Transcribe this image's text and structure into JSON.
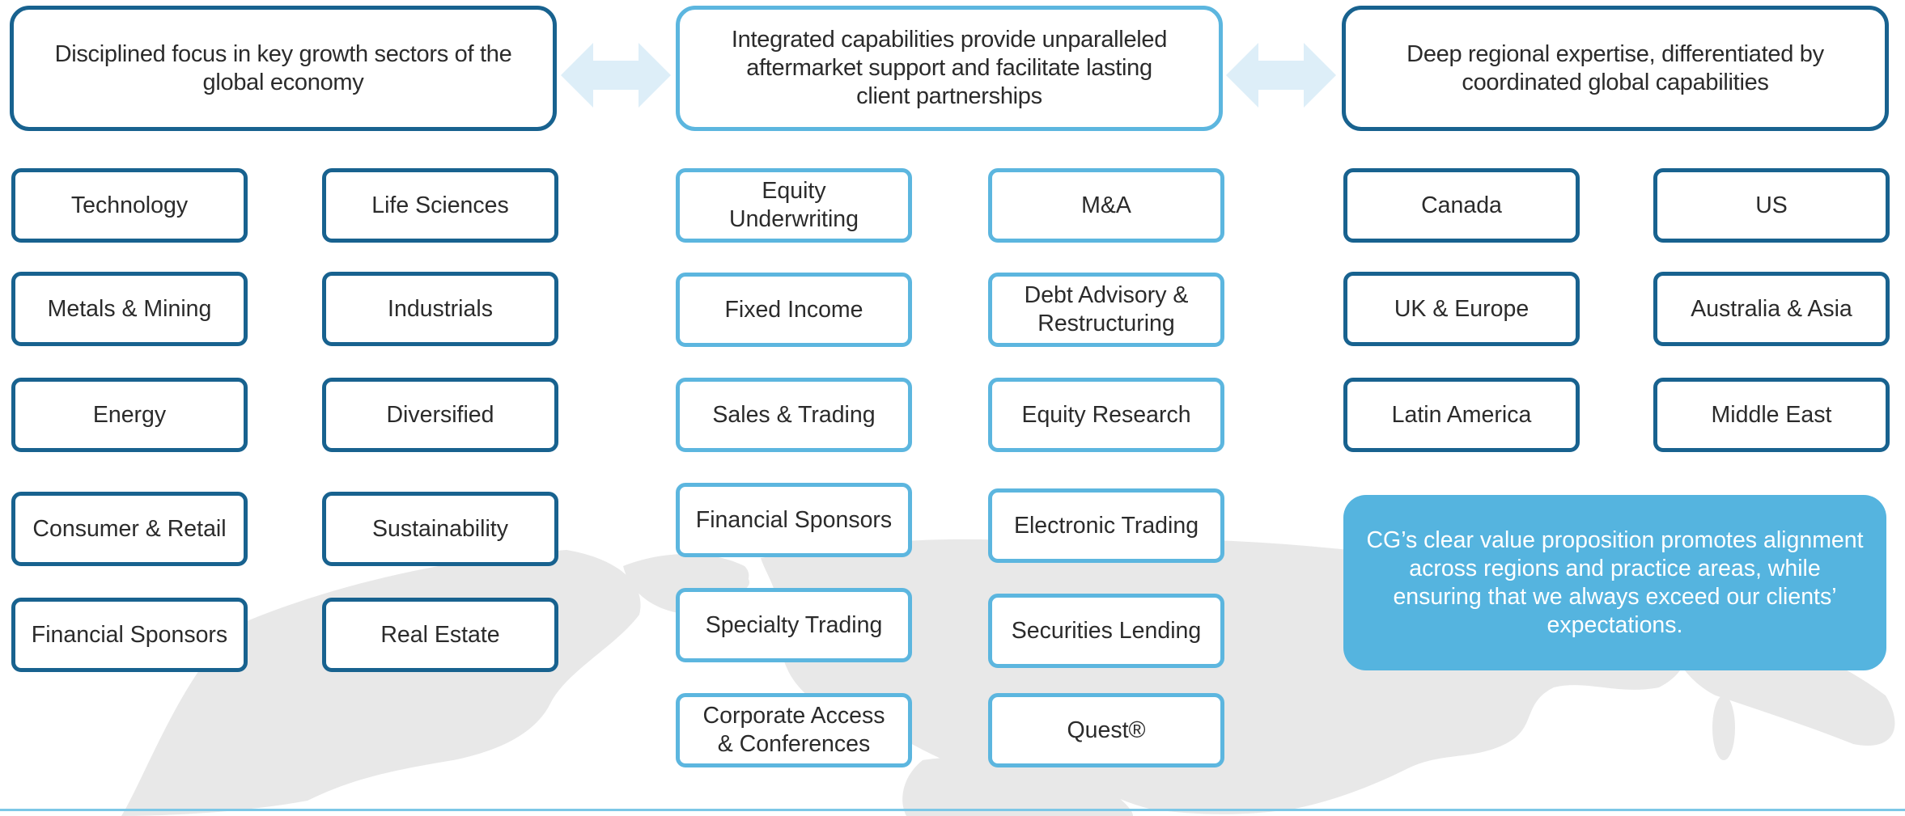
{
  "headers": {
    "sectors": "Disciplined focus in key growth sectors of the global economy",
    "capabilities": "Integrated capabilities provide unparalleled aftermarket support and facilitate lasting client  partnerships",
    "regions": "Deep regional expertise, differentiated by coordinated global capabilities"
  },
  "sectors": [
    "Technology",
    "Life Sciences",
    "Metals & Mining",
    "Industrials",
    "Energy",
    "Diversified",
    "Consumer & Retail",
    "Sustainability",
    "Financial Sponsors",
    "Real Estate"
  ],
  "capabilities": [
    "Equity Underwriting",
    "M&A",
    "Fixed Income",
    "Debt Advisory & Restructuring",
    "Sales & Trading",
    "Equity Research",
    "Financial Sponsors",
    "Electronic Trading",
    "Specialty Trading",
    "Securities Lending",
    "Corporate Access & Conferences",
    "Quest®"
  ],
  "regions": [
    "Canada",
    "US",
    "UK & Europe",
    "Australia & Asia",
    "Latin America",
    "Middle East"
  ],
  "callout": "CG’s clear value proposition promotes alignment across regions and practice areas, while ensuring that we always exceed our clients’ expectations.",
  "colors": {
    "navy_border": "#18628f",
    "light_border": "#5cb6df",
    "callout_fill": "#55b4df",
    "arrow_fill": "#ddeef8",
    "map_fill": "#e8e8e8"
  }
}
